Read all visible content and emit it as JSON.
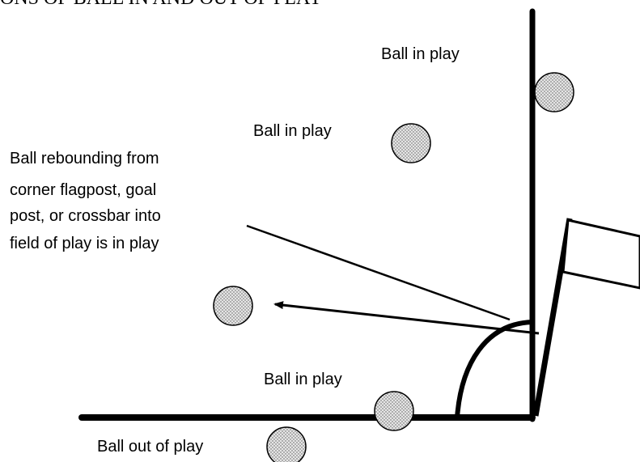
{
  "title": "ONS OF BALL IN AND OUT OF PLAY",
  "labels": {
    "ball_in_play_top": "Ball in play",
    "ball_in_play_middle": "Ball in play",
    "rebound_lines": [
      "Ball rebounding from",
      "corner flagpost, goal",
      "post, or crossbar into",
      "field of play is in play"
    ],
    "ball_in_play_bottom": "Ball in play",
    "ball_out_of_play": "Ball out of play"
  },
  "colors": {
    "line": "#000000",
    "ball_fill": "#d9d9d9",
    "background": "#ffffff"
  }
}
